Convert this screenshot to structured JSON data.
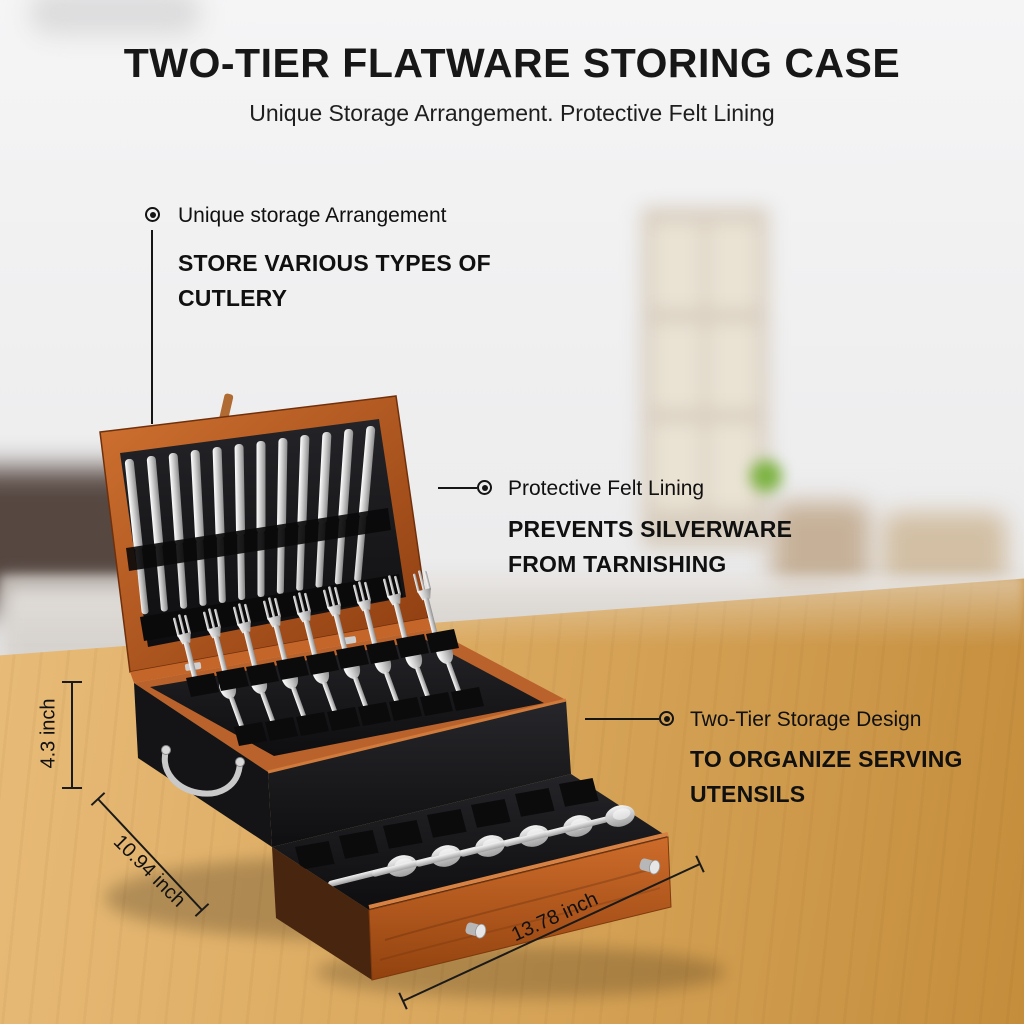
{
  "header": {
    "title": "TWO-TIER FLATWARE STORING CASE",
    "subtitle": "Unique Storage Arrangement. Protective Felt Lining"
  },
  "callouts": [
    {
      "label": "Unique storage Arrangement",
      "detail": "STORE VARIOUS TYPES OF CUTLERY"
    },
    {
      "label": "Protective Felt Lining",
      "detail": "PREVENTS SILVERWARE FROM TARNISHING"
    },
    {
      "label": "Two-Tier Storage Design",
      "detail": "TO ORGANIZE SERVING UTENSILS"
    }
  ],
  "dimensions": {
    "height": "4.3 inch",
    "depth": "10.94 inch",
    "width": "13.78 inch"
  },
  "colors": {
    "wood": "#c06a2e",
    "felt_black": "#161616",
    "text": "#111111",
    "table": "#d9a75f"
  },
  "icons": {
    "callout_marker": "bullseye-circle"
  }
}
